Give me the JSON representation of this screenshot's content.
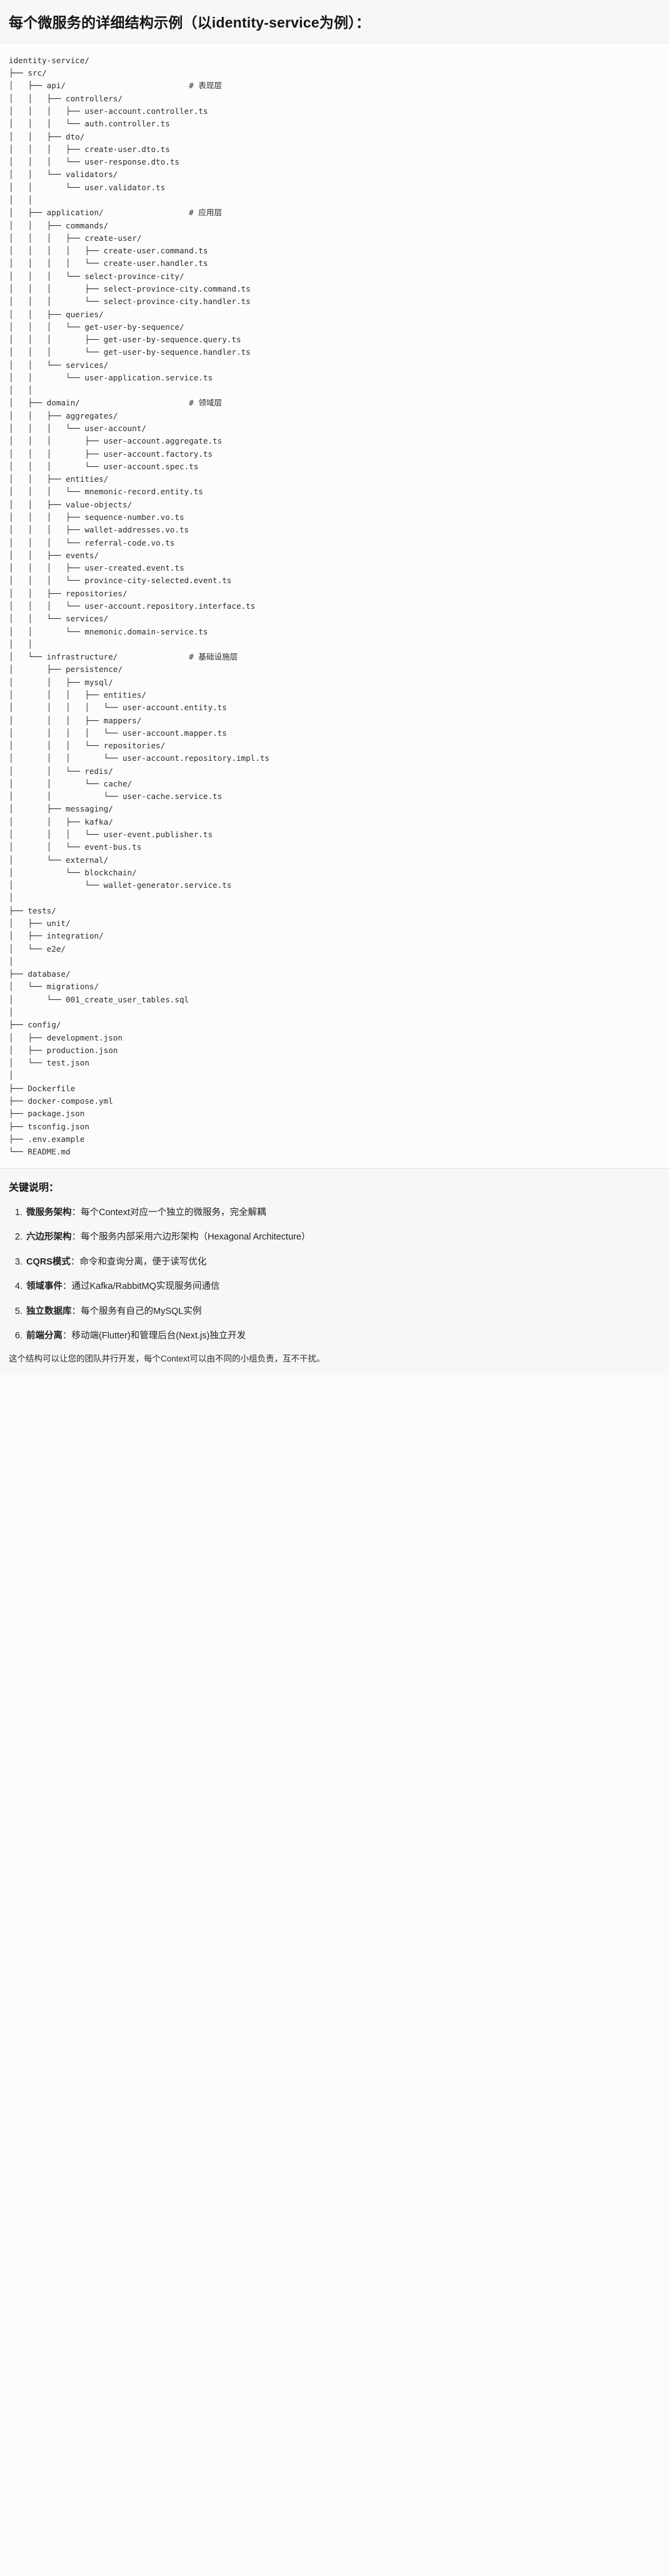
{
  "heading": "每个微服务的详细结构示例（以identity-service为例）：",
  "tree": {
    "root_label": "identity-service/",
    "lines": [
      "identity-service/",
      "├── src/",
      "│   ├── api/                          # 表现层",
      "│   │   ├── controllers/",
      "│   │   │   ├── user-account.controller.ts",
      "│   │   │   └── auth.controller.ts",
      "│   │   ├── dto/",
      "│   │   │   ├── create-user.dto.ts",
      "│   │   │   └── user-response.dto.ts",
      "│   │   └── validators/",
      "│   │       └── user.validator.ts",
      "│   │",
      "│   ├── application/                  # 应用层",
      "│   │   ├── commands/",
      "│   │   │   ├── create-user/",
      "│   │   │   │   ├── create-user.command.ts",
      "│   │   │   │   └── create-user.handler.ts",
      "│   │   │   └── select-province-city/",
      "│   │   │       ├── select-province-city.command.ts",
      "│   │   │       └── select-province-city.handler.ts",
      "│   │   ├── queries/",
      "│   │   │   └── get-user-by-sequence/",
      "│   │   │       ├── get-user-by-sequence.query.ts",
      "│   │   │       └── get-user-by-sequence.handler.ts",
      "│   │   └── services/",
      "│   │       └── user-application.service.ts",
      "│   │",
      "│   ├── domain/                       # 领域层",
      "│   │   ├── aggregates/",
      "│   │   │   └── user-account/",
      "│   │   │       ├── user-account.aggregate.ts",
      "│   │   │       ├── user-account.factory.ts",
      "│   │   │       └── user-account.spec.ts",
      "│   │   ├── entities/",
      "│   │   │   └── mnemonic-record.entity.ts",
      "│   │   ├── value-objects/",
      "│   │   │   ├── sequence-number.vo.ts",
      "│   │   │   ├── wallet-addresses.vo.ts",
      "│   │   │   └── referral-code.vo.ts",
      "│   │   ├── events/",
      "│   │   │   ├── user-created.event.ts",
      "│   │   │   └── province-city-selected.event.ts",
      "│   │   ├── repositories/",
      "│   │   │   └── user-account.repository.interface.ts",
      "│   │   └── services/",
      "│   │       └── mnemonic.domain-service.ts",
      "│   │",
      "│   └── infrastructure/               # 基础设施层",
      "│       ├── persistence/",
      "│       │   ├── mysql/",
      "│       │   │   ├── entities/",
      "│       │   │   │   └── user-account.entity.ts",
      "│       │   │   ├── mappers/",
      "│       │   │   │   └── user-account.mapper.ts",
      "│       │   │   └── repositories/",
      "│       │   │       └── user-account.repository.impl.ts",
      "│       │   └── redis/",
      "│       │       └── cache/",
      "│       │           └── user-cache.service.ts",
      "│       ├── messaging/",
      "│       │   ├── kafka/",
      "│       │   │   └── user-event.publisher.ts",
      "│       │   └── event-bus.ts",
      "│       └── external/",
      "│           └── blockchain/",
      "│               └── wallet-generator.service.ts",
      "│",
      "├── tests/",
      "│   ├── unit/",
      "│   ├── integration/",
      "│   └── e2e/",
      "│",
      "├── database/",
      "│   └── migrations/",
      "│       └── 001_create_user_tables.sql",
      "│",
      "├── config/",
      "│   ├── development.json",
      "│   ├── production.json",
      "│   └── test.json",
      "│",
      "├── Dockerfile",
      "├── docker-compose.yml",
      "├── package.json",
      "├── tsconfig.json",
      "├── .env.example",
      "└── README.md"
    ],
    "layer_comments": [
      {
        "path": "api/",
        "comment": "# 表现层"
      },
      {
        "path": "application/",
        "comment": "# 应用层"
      },
      {
        "path": "domain/",
        "comment": "# 领域层"
      },
      {
        "path": "infrastructure/",
        "comment": "# 基础设施层"
      }
    ]
  },
  "notes": {
    "title": "关键说明：",
    "items": [
      {
        "term": "微服务架构",
        "sep": "：",
        "desc": "每个Context对应一个独立的微服务，完全解耦"
      },
      {
        "term": "六边形架构",
        "sep": "：",
        "desc": "每个服务内部采用六边形架构（Hexagonal Architecture）"
      },
      {
        "term": "CQRS模式",
        "sep": "：",
        "desc": "命令和查询分离，便于读写优化"
      },
      {
        "term": "领域事件",
        "sep": "：",
        "desc": "通过Kafka/RabbitMQ实现服务间通信"
      },
      {
        "term": "独立数据库",
        "sep": "：",
        "desc": "每个服务有自己的MySQL实例"
      },
      {
        "term": "前端分离",
        "sep": "：",
        "desc": "移动端(Flutter)和管理后台(Next.js)独立开发"
      }
    ],
    "closing": "这个结构可以让您的团队并行开发，每个Context可以由不同的小组负责，互不干扰。"
  }
}
